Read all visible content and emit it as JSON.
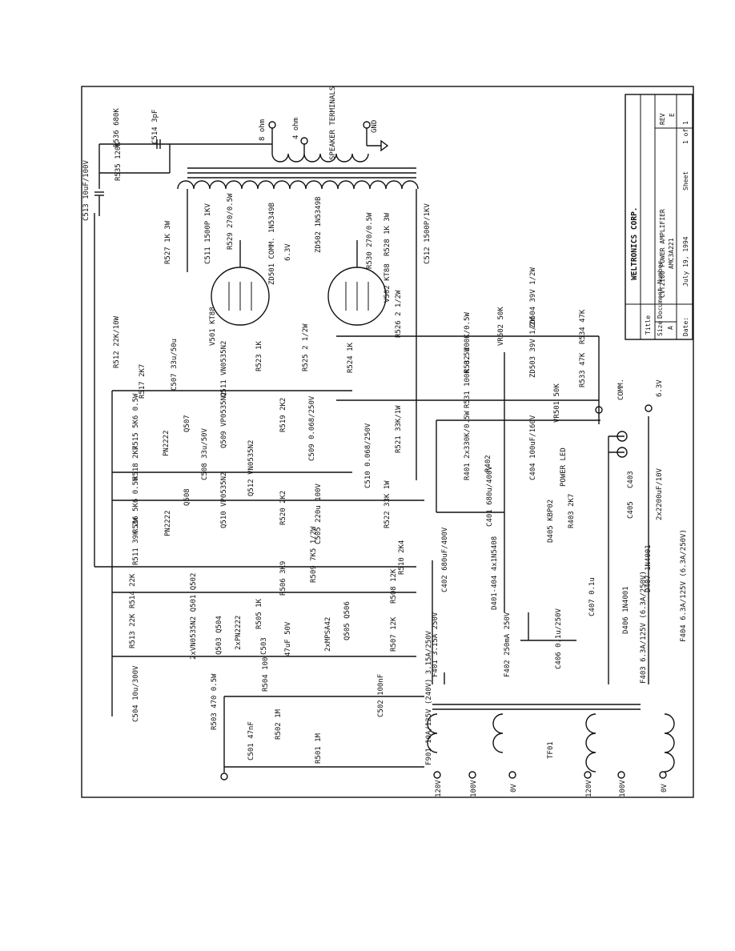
{
  "title_block": {
    "company": "WELTRONICS CORP.",
    "title_label": "Title",
    "title": "CVT2100 POWER AMPLIFIER",
    "size_label": "Size",
    "size": "A",
    "doc_label": "Document Number",
    "doc_number": "AMC3A221",
    "rev_label": "REV",
    "rev": "E",
    "date_label": "Date:",
    "date": "July 19, 1994",
    "sheet_label": "Sheet",
    "sheet_of": "1  of  1"
  },
  "labels": [
    {
      "id": "R536",
      "text": "R536 680K"
    },
    {
      "id": "C514",
      "text": "C514 3pF"
    },
    {
      "id": "R535",
      "text": "R535 120K"
    },
    {
      "id": "C513",
      "text": "C513 10uF/100V"
    },
    {
      "id": "spk8",
      "text": "8 ohm"
    },
    {
      "id": "spk4",
      "text": "4 ohm"
    },
    {
      "id": "spkT",
      "text": "SPEAKER TERMINALS"
    },
    {
      "id": "gnd",
      "text": "GND"
    },
    {
      "id": "R527",
      "text": "R527 1K 3W"
    },
    {
      "id": "C511",
      "text": "C511 1500P 1KV"
    },
    {
      "id": "R529",
      "text": "R529 270/0.5W"
    },
    {
      "id": "ZD501",
      "text": "ZD501 COMM. 1N5349B"
    },
    {
      "id": "v63a",
      "text": "6.3V"
    },
    {
      "id": "ZD502",
      "text": "ZD502 1N5349B"
    },
    {
      "id": "R530",
      "text": "R530 270/0.5W"
    },
    {
      "id": "R528",
      "text": "R528 1K 3W"
    },
    {
      "id": "C512",
      "text": "C512 1500P/1KV"
    },
    {
      "id": "R512",
      "text": "R512 22K/10W"
    },
    {
      "id": "V501",
      "text": "V501 KT88"
    },
    {
      "id": "V502",
      "text": "V502 KT88"
    },
    {
      "id": "R526",
      "text": "R526 2 1/2W"
    },
    {
      "id": "R523",
      "text": "R523 1K"
    },
    {
      "id": "R525",
      "text": "R525 2 1/2W"
    },
    {
      "id": "R524",
      "text": "R524 1K"
    },
    {
      "id": "R532",
      "text": "R532 100K/0.5W"
    },
    {
      "id": "VR502",
      "text": "VR502 50K"
    },
    {
      "id": "ZD504",
      "text": "ZD504 39V 1/2W"
    },
    {
      "id": "R534",
      "text": "R534 47K"
    },
    {
      "id": "R517",
      "text": "R517 2K7"
    },
    {
      "id": "C507",
      "text": "C507 33u/50u"
    },
    {
      "id": "Q511",
      "text": "Q511 VN0535N2"
    },
    {
      "id": "R531",
      "text": "R531 100K 0.5W"
    },
    {
      "id": "ZD503",
      "text": "ZD503 39V 1/2W"
    },
    {
      "id": "R533",
      "text": "R533 47K"
    },
    {
      "id": "VR501",
      "text": "VR501 50K"
    },
    {
      "id": "comm",
      "text": "COMM."
    },
    {
      "id": "v63b",
      "text": "6.3V"
    },
    {
      "id": "R515",
      "text": "R515 5K6 0.5W"
    },
    {
      "id": "Q507",
      "text": "Q507"
    },
    {
      "id": "PN2222a",
      "text": "PN2222"
    },
    {
      "id": "Q509",
      "text": "Q509 VP0535N2"
    },
    {
      "id": "R519",
      "text": "R519 2K2"
    },
    {
      "id": "C509",
      "text": "C509 0.068/250V"
    },
    {
      "id": "R521",
      "text": "R521 33K/1W"
    },
    {
      "id": "R401",
      "text": "R401 2x330K/0.5W"
    },
    {
      "id": "R402",
      "text": "R402"
    },
    {
      "id": "C404",
      "text": "C404 100uF/160V"
    },
    {
      "id": "pled",
      "text": "POWER LED"
    },
    {
      "id": "R518",
      "text": "R518 2K7"
    },
    {
      "id": "C508",
      "text": "C508 33u/50V"
    },
    {
      "id": "Q512",
      "text": "Q512 VN0535N2"
    },
    {
      "id": "C510",
      "text": "C510 0.068/250V"
    },
    {
      "id": "C401",
      "text": "C401 680u/400V"
    },
    {
      "id": "R403",
      "text": "R403 2K7"
    },
    {
      "id": "C403",
      "text": "C403"
    },
    {
      "id": "C405",
      "text": "C405"
    },
    {
      "id": "c2200",
      "text": "2x2200uF/10V"
    },
    {
      "id": "R516",
      "text": "R516 5K6 0.5W"
    },
    {
      "id": "PN2222b",
      "text": "PN2222"
    },
    {
      "id": "Q508",
      "text": "Q508"
    },
    {
      "id": "Q510",
      "text": "Q510 VP0535N2"
    },
    {
      "id": "R520",
      "text": "R520 2K2"
    },
    {
      "id": "C505",
      "text": "C505 220u 100V"
    },
    {
      "id": "R522",
      "text": "R522 33K 1W"
    },
    {
      "id": "R511",
      "text": "R511 39K 2W"
    },
    {
      "id": "C402",
      "text": "C402 680uF/400V"
    },
    {
      "id": "D401",
      "text": "D401-404 4x1N5408"
    },
    {
      "id": "D405",
      "text": "D405 KBP02"
    },
    {
      "id": "C407",
      "text": "C407 0.1u"
    },
    {
      "id": "D407",
      "text": "D407 1N4001"
    },
    {
      "id": "R509",
      "text": "R509 7K5 1/2W"
    },
    {
      "id": "R510",
      "text": "R510 2K4"
    },
    {
      "id": "R514",
      "text": "R514 22K"
    },
    {
      "id": "R506",
      "text": "R506 3K9"
    },
    {
      "id": "R508",
      "text": "R508 12K"
    },
    {
      "id": "D406",
      "text": "D406 1N4001"
    },
    {
      "id": "F403",
      "text": "F403 6.3A/125V (6.3A/250V)"
    },
    {
      "id": "F404",
      "text": "F404 6.3A/125V (6.3A/250V)"
    },
    {
      "id": "R513",
      "text": "R513 22K"
    },
    {
      "id": "q5034",
      "text": "Q503 Q504"
    },
    {
      "id": "q2222x",
      "text": "2xPN2222"
    },
    {
      "id": "R505",
      "text": "R505 1K"
    },
    {
      "id": "C503",
      "text": "C503"
    },
    {
      "id": "c47u",
      "text": "47uF 50V"
    },
    {
      "id": "mpsa",
      "text": "2xMPSA42"
    },
    {
      "id": "q5056",
      "text": "Q505 Q506"
    },
    {
      "id": "R507",
      "text": "R507 12K"
    },
    {
      "id": "q5012",
      "text": "2xVN0535N2 Q501 Q502"
    },
    {
      "id": "F401",
      "text": "F401 3.15A 250V"
    },
    {
      "id": "F402",
      "text": "F402 250mA 250V"
    },
    {
      "id": "C406",
      "text": "C406 0.1u/250V"
    },
    {
      "id": "C504",
      "text": "C504 10u/300V"
    },
    {
      "id": "R504",
      "text": "R504 100"
    },
    {
      "id": "C502",
      "text": "C502 100nF"
    },
    {
      "id": "R503",
      "text": "R503 470 0.5W"
    },
    {
      "id": "C501",
      "text": "C501 47nF"
    },
    {
      "id": "R502",
      "text": "R502 1M"
    },
    {
      "id": "R501",
      "text": "R501 1M"
    },
    {
      "id": "F901",
      "text": "F901 10A/125V (240V) 3.15A/250V"
    },
    {
      "id": "TF01",
      "text": "TF01"
    },
    {
      "id": "v120a",
      "text": "120V"
    },
    {
      "id": "v100a",
      "text": "100V"
    },
    {
      "id": "v0a",
      "text": "0V"
    },
    {
      "id": "v120b",
      "text": "120V"
    },
    {
      "id": "v100b",
      "text": "100V"
    },
    {
      "id": "v0b",
      "text": "0V"
    }
  ]
}
